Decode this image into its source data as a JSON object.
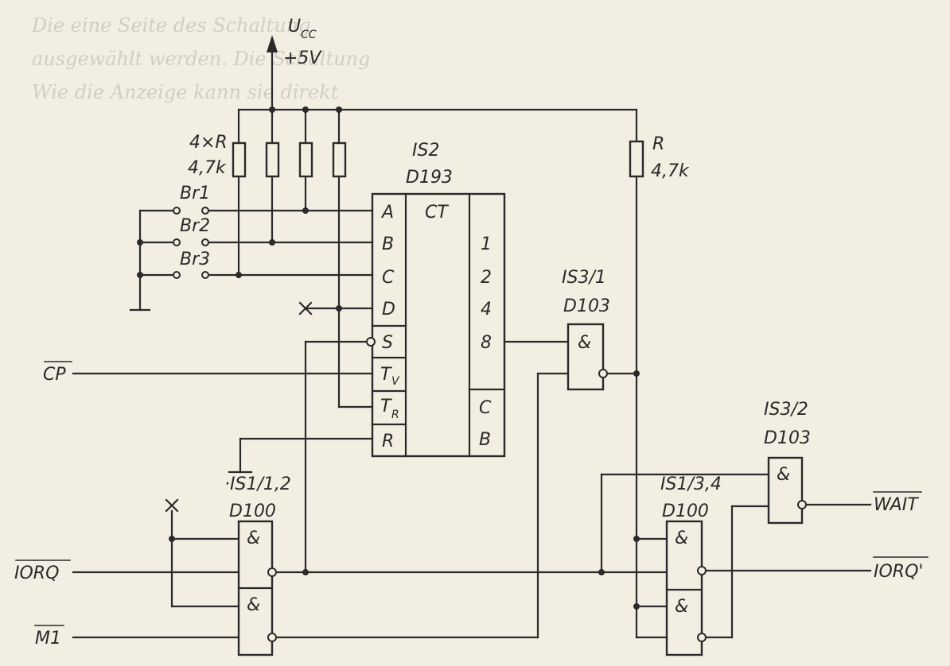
{
  "background_text": [
    "Die eine Seite des Schaltung",
    "ausgewählt werden. Die Schaltung",
    "Wie die Anzeige kann sie direkt"
  ],
  "labels": {
    "ucc_main": "U",
    "ucc_sub": "CC",
    "ucc_volt": "+5V",
    "res4_a": "4×R",
    "res4_b": "4,7k",
    "res_r_a": "R",
    "res_r_b": "4,7k",
    "br1": "Br1",
    "br2": "Br2",
    "br3": "Br3"
  },
  "is2": {
    "name": "IS2",
    "type": "D193",
    "ct": "CT",
    "in_a": "A",
    "in_b": "B",
    "in_c": "C",
    "in_d": "D",
    "in_s": "S",
    "in_tv_main": "T",
    "in_tv_sub": "V",
    "in_tr_main": "T",
    "in_tr_sub": "R",
    "in_r": "R",
    "out_1": "1",
    "out_2": "2",
    "out_4": "4",
    "out_8": "8",
    "out_c": "C",
    "out_b": "B"
  },
  "is3_1": {
    "name": "IS3/1",
    "type": "D103",
    "sym": "&"
  },
  "is3_2": {
    "name": "IS3/2",
    "type": "D103",
    "sym": "&"
  },
  "is1_12": {
    "name": "·IS1/1,2",
    "type": "D100",
    "sym": "&"
  },
  "is1_34": {
    "name": "IS1/3,4",
    "type": "D100",
    "sym": "&"
  },
  "signals": {
    "cp": "CP",
    "iorq": "IORQ",
    "m1": "M1",
    "wait": "WAIT",
    "iorq_out": "IORQ'"
  },
  "colors": {
    "ink": "#2a2a2a",
    "paper": "#f3eee2"
  }
}
